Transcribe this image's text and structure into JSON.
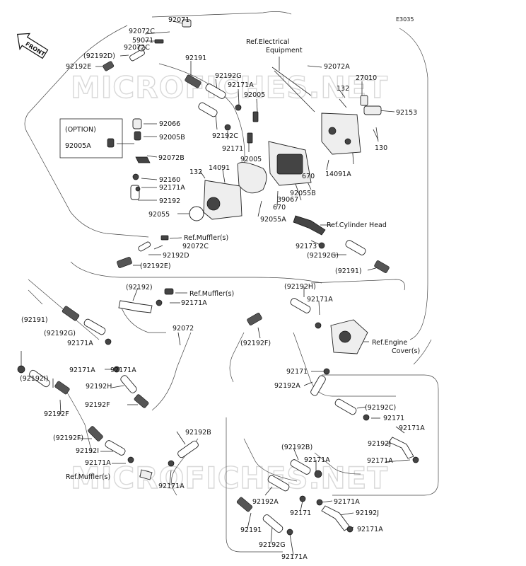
{
  "diagram_code": "E3035",
  "front_label": "FRONT",
  "watermark": "MICROFICHES.NET",
  "labels": [
    "92071",
    "92072C",
    "59071",
    "92072C",
    "(92192D)",
    "92192E",
    "Ref.Electrical Equipment",
    "92072A",
    "27010",
    "132",
    "92153",
    "92191",
    "92192G",
    "92171A",
    "92005",
    "92192C",
    "92171",
    "92005",
    "(OPTION)",
    "92066",
    "92005B",
    "92005A",
    "92072B",
    "14091",
    "132",
    "92160",
    "92171A",
    "92192",
    "92055",
    "92055A",
    "670",
    "39067",
    "92055B",
    "670",
    "14091A",
    "130",
    "Ref.Muffler(s)",
    "92072C",
    "92192D",
    "(92192E)",
    "Ref.Cylinder Head",
    "92173",
    "(92192G)",
    "(92191)",
    "(92192)",
    "Ref.Muffler(s)",
    "92171A",
    "(92191)",
    "(92192G)",
    "92171A",
    "(92192H)",
    "92171A",
    "92072",
    "(92192F)",
    "Ref.Engine Cover(s)",
    "92171A",
    "(92192I)",
    "92192F",
    "92171A",
    "92192H",
    "92192F",
    "92171",
    "92192A",
    "(92192C)",
    "92171",
    "92171A",
    "92192J",
    "92171A",
    "(92192F)",
    "92192I",
    "92192B",
    "(92192B)",
    "92171A",
    "Ref.Muffler(s)",
    "92171A",
    "92171A",
    "92192A",
    "92171",
    "92171A",
    "92192J",
    "92171A",
    "92191",
    "92192G",
    "92171A"
  ]
}
